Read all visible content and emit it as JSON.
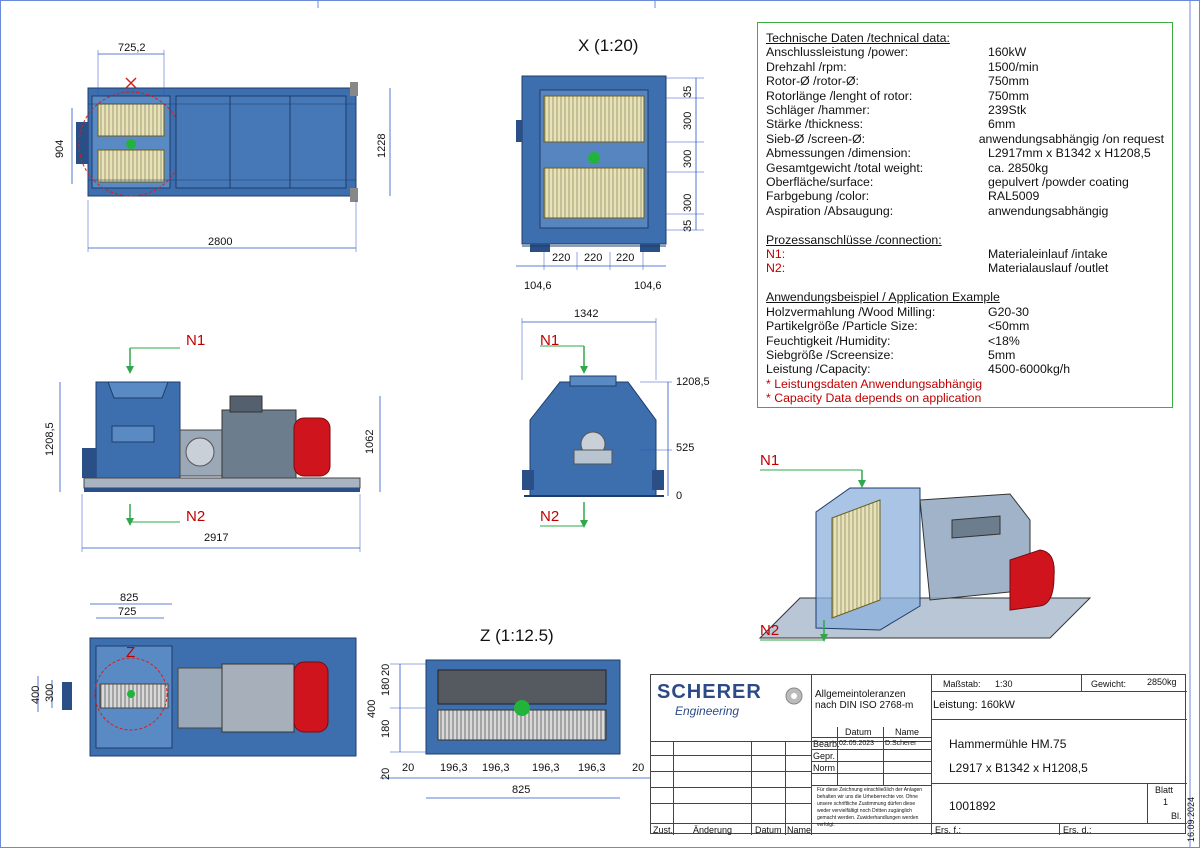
{
  "views": {
    "top_view": {
      "dim_width": "725,2",
      "dim_height": "904",
      "dim_length": "2800",
      "dim_depth": "1228",
      "mark": "X"
    },
    "x_view": {
      "title": "X (1:20)",
      "dims_v": [
        "35",
        "300",
        "300",
        "300",
        "35"
      ],
      "dims_h": [
        "220",
        "220",
        "220"
      ],
      "dim_left": "104,6",
      "dim_right": "104,6"
    },
    "side_view": {
      "n1": "N1",
      "n2": "N2",
      "dim_height": "1208,5",
      "dim_motor": "1062",
      "dim_length": "2917"
    },
    "front_view": {
      "n1": "N1",
      "n2": "N2",
      "dim_width": "1342",
      "dim_top": "1208,5",
      "dim_mid": "525",
      "dim_base": "0"
    },
    "iso_view": {
      "n1": "N1",
      "n2": "N2"
    },
    "bottom_view": {
      "dim_outer": "825",
      "dim_inner": "725",
      "dim_v1": "400",
      "dim_v2": "300",
      "mark": "Z"
    },
    "z_view": {
      "title": "Z (1:12.5)",
      "dims_v": [
        "20",
        "180",
        "180",
        "20"
      ],
      "dim_total_v": "400",
      "dims_h": [
        "20",
        "196,3",
        "196,3",
        "196,3",
        "196,3",
        "20"
      ],
      "dim_total_h": "825"
    }
  },
  "tech": {
    "heading": "Technische Daten /technical data:",
    "rows": [
      {
        "k": "Anschlussleistung /power:",
        "v": "160kW"
      },
      {
        "k": "Drehzahl /rpm:",
        "v": "1500/min"
      },
      {
        "k": "Rotor-Ø /rotor-Ø:",
        "v": "750mm"
      },
      {
        "k": "Rotorlänge /lenght of rotor:",
        "v": "750mm"
      },
      {
        "k": "Schläger /hammer:",
        "v": "239Stk"
      },
      {
        "k": "Stärke /thickness:",
        "v": "6mm"
      },
      {
        "k": "Sieb-Ø /screen-Ø:",
        "v": "anwendungsabhängig /on request"
      },
      {
        "k": "Abmessungen /dimension:",
        "v": "L2917mm x B1342 x H1208,5"
      },
      {
        "k": "Gesamtgewicht /total weight:",
        "v": "ca. 2850kg"
      },
      {
        "k": "Oberfläche/surface:",
        "v": "gepulvert /powder coating"
      },
      {
        "k": "Farbgebung /color:",
        "v": "RAL5009"
      },
      {
        "k": "Aspiration /Absaugung:",
        "v": "anwendungsabhängig"
      }
    ],
    "conn_heading": "Prozessanschlüsse /connection:",
    "conn": [
      {
        "k": "N1:",
        "v": "Materialeinlauf /intake"
      },
      {
        "k": "N2:",
        "v": "Materialauslauf /outlet"
      }
    ],
    "app_heading": "Anwendungsbeispiel / Application Example",
    "app": [
      {
        "k": "Holzvermahlung /Wood Milling:",
        "v": "G20-30"
      },
      {
        "k": "Partikelgröße /Particle Size:",
        "v": "<50mm"
      },
      {
        "k": "Feuchtigkeit /Humidity:",
        "v": "<18%"
      },
      {
        "k": "Siebgröße /Screensize:",
        "v": "5mm"
      },
      {
        "k": "Leistung /Capacity:",
        "v": "4500-6000kg/h"
      }
    ],
    "note1": "* Leistungsdaten Anwendungsabhängig",
    "note2": "* Capacity Data depends on application"
  },
  "titleblock": {
    "logo_main": "SCHERER",
    "logo_sub": "Engineering",
    "tolerance": "Allgemeintoleranzen nach DIN ISO 2768-m",
    "scale_label": "Maßstab:",
    "scale": "1:30",
    "weight_label": "Gewicht:",
    "weight": "2850kg",
    "power": "Leistung: 160kW",
    "col_datum": "Datum",
    "col_name": "Name",
    "row_bearb": "Bearb.",
    "bearb_date": "02.05.2023",
    "bearb_name": "D.Scherer",
    "row_gepr": "Gepr.",
    "row_norm": "Norm",
    "product": "Hammermühle HM.75",
    "dimension": "L2917 x B1342 x H1208,5",
    "drawing_no": "1001892",
    "blatt_label": "Blatt",
    "blatt": "1",
    "bl_label": "Bl.",
    "notice": "Für diese Zeichnung einschließlich der Anlagen behalten wir uns die Urheberrechte vor. Ohne unsere schriftliche Zustimmung dürfen diese weder vervielfältigt noch Dritten zugänglich gemacht werden. Zuwiderhandlungen werden verfolgt.",
    "zust": "Zust.",
    "aenderung": "Änderung",
    "datum": "Datum",
    "name": "Name",
    "ers_f": "Ers. f.:",
    "ers_d": "Ers. d.:",
    "side_date": "16.09.2024"
  },
  "colors": {
    "machine_blue": "#3d6fae",
    "dark_blue": "#2a4f86",
    "motor_red": "#d0141e",
    "screen_yellow": "#e8d26a",
    "green_frame": "#3fae3f",
    "conn_red": "#c00000"
  }
}
